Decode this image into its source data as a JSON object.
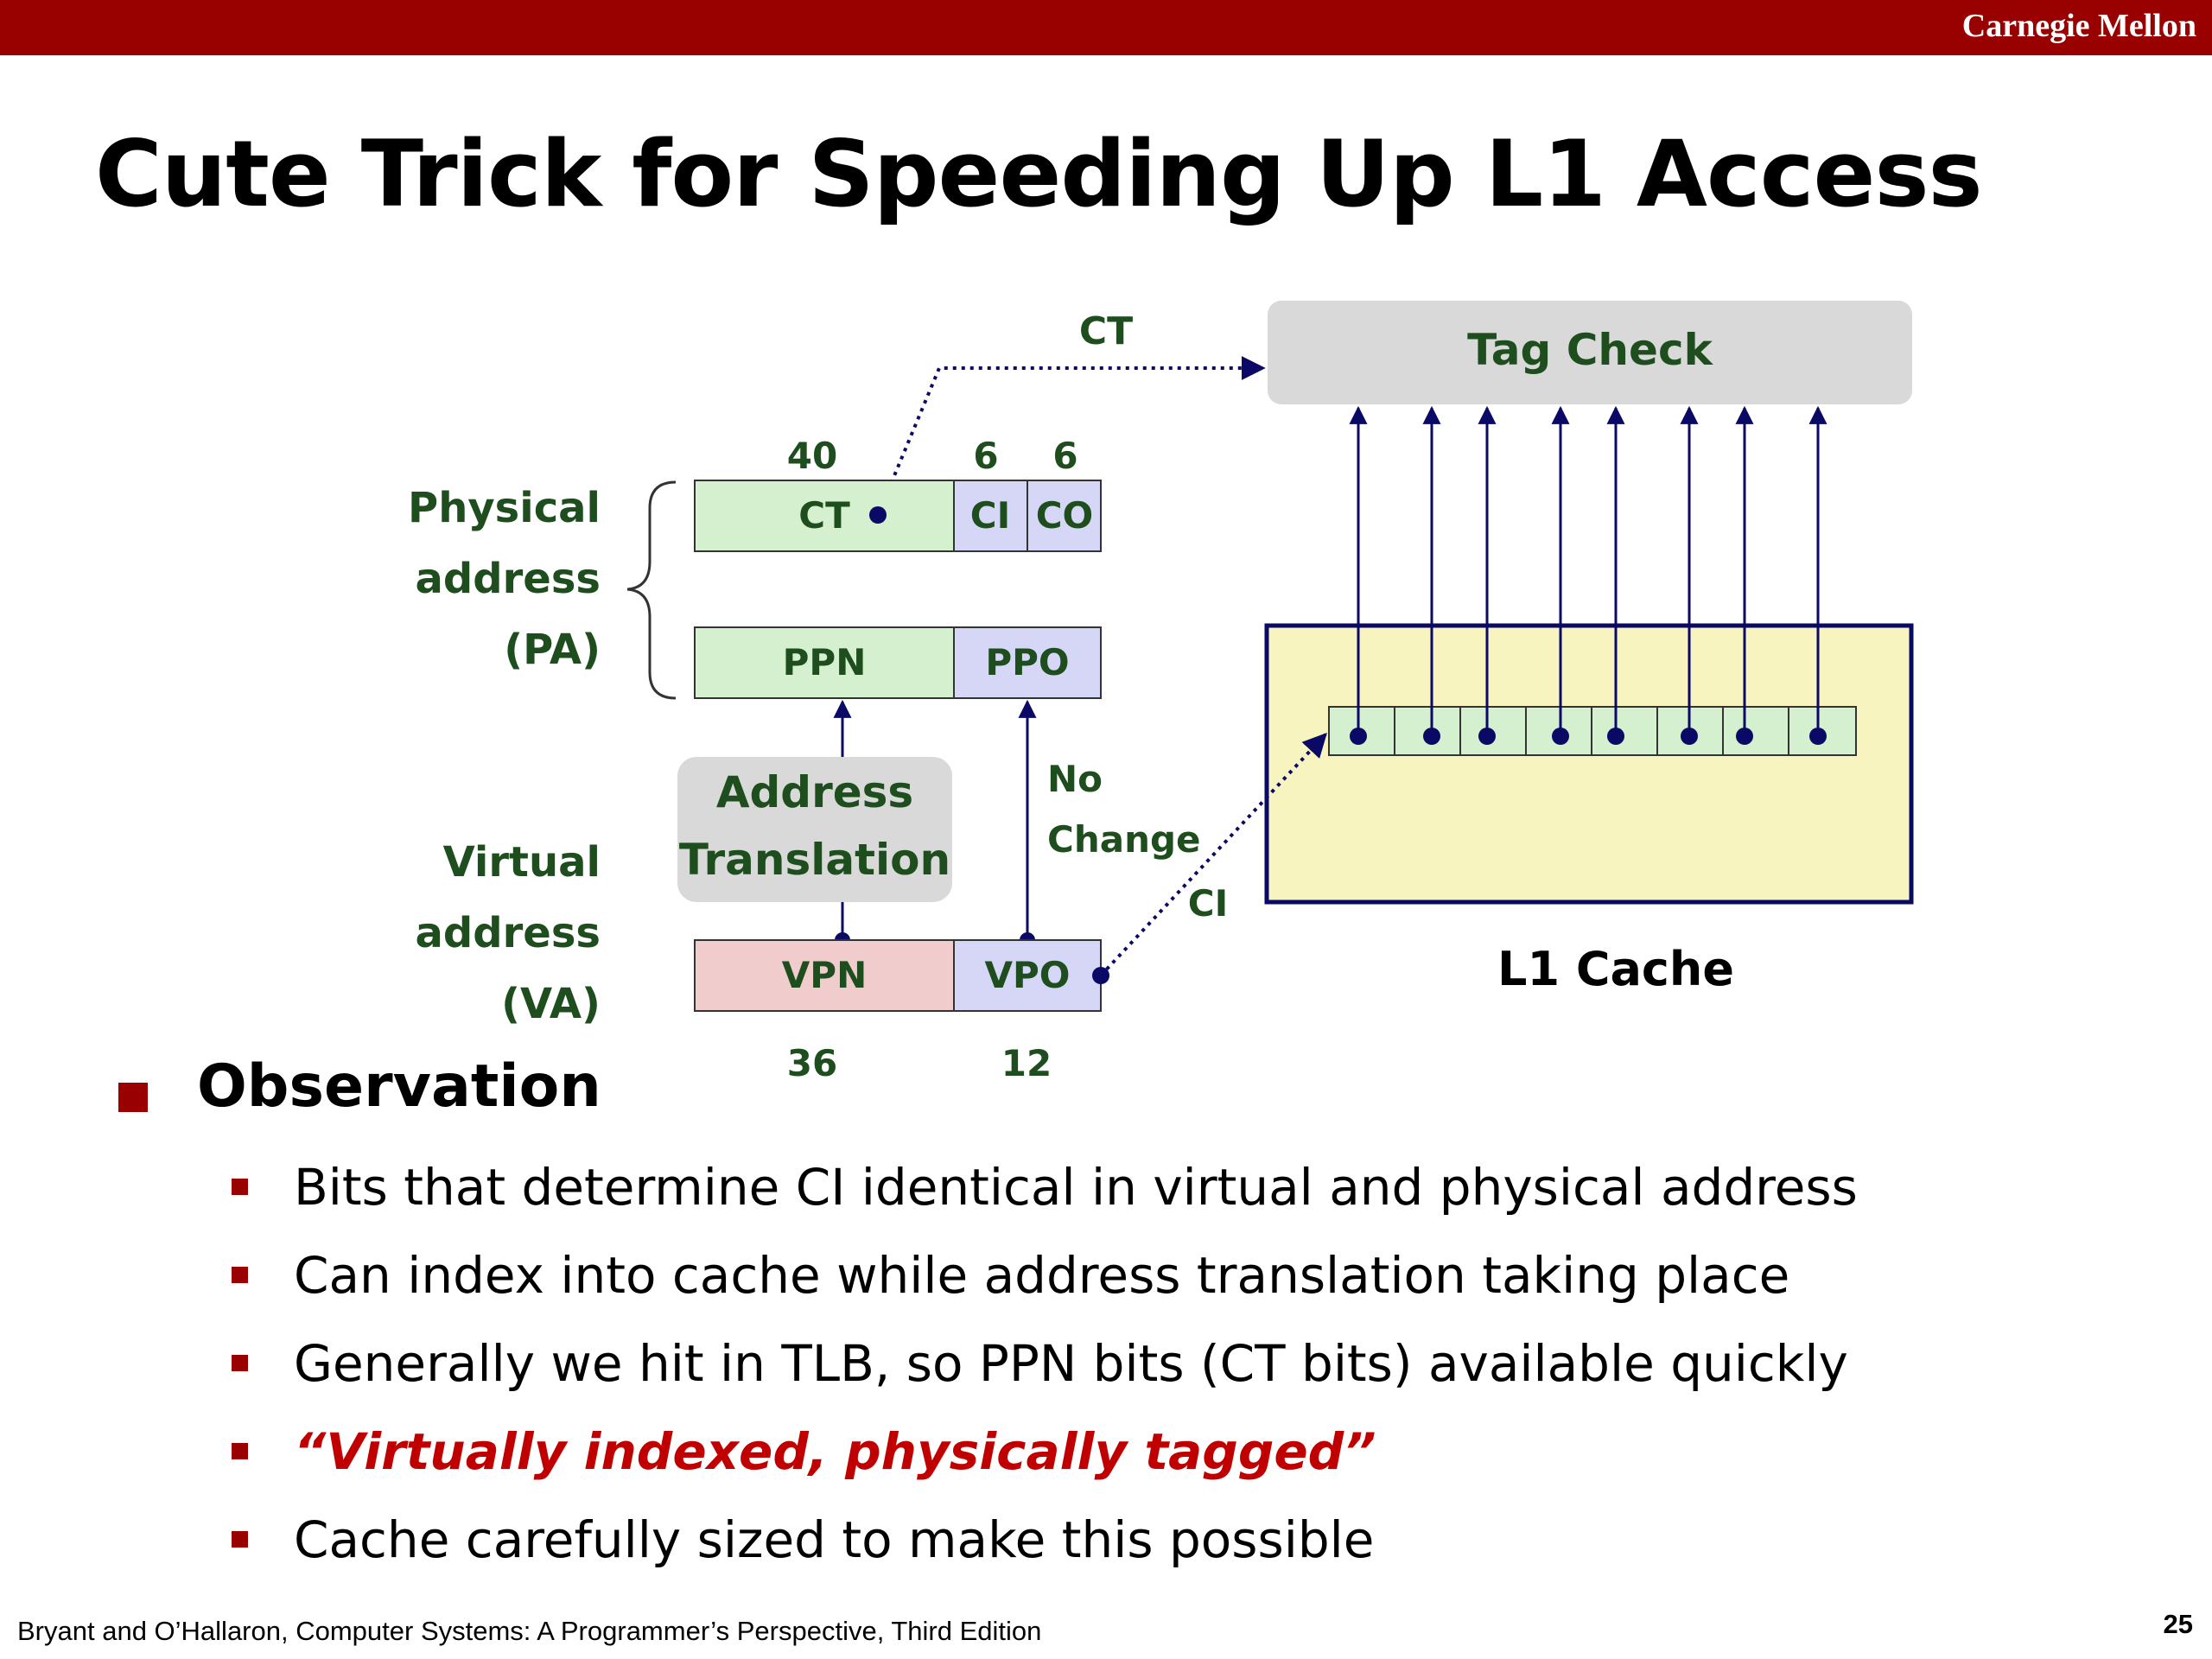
{
  "brand": "Carnegie Mellon",
  "title": "Cute Trick for Speeding Up L1 Access",
  "diagram": {
    "ct_arrow_label": "CT",
    "tag_check": "Tag Check",
    "bits_ct": "40",
    "bits_ci": "6",
    "bits_co": "6",
    "field_ct": "CT",
    "field_ci": "CI",
    "field_co": "CO",
    "field_ppn": "PPN",
    "field_ppo": "PPO",
    "field_vpn": "VPN",
    "field_vpo": "VPO",
    "bits_vpn": "36",
    "bits_vpo": "12",
    "pa_label": [
      "Physical",
      "address",
      "(PA)"
    ],
    "va_label": [
      "Virtual",
      "address",
      "(VA)"
    ],
    "translation": [
      "Address",
      "Translation"
    ],
    "no_change": [
      "No",
      "Change"
    ],
    "ci_arrow_label": "CI",
    "cache_label": "L1 Cache",
    "colors": {
      "green_box": "#d5f0cf",
      "purple_box": "#d6d6f6",
      "pink_box": "#f0cccc",
      "cache_fill": "#f8f4c0",
      "navy": "#0a0a66",
      "label_green": "#1e4d1e"
    }
  },
  "observation": "Observation",
  "bullets": [
    "Bits that determine CI identical in virtual and physical address",
    "Can index into cache while address translation taking place",
    "Generally we hit in TLB, so PPN bits (CT bits) available quickly",
    "“Virtually indexed, physically tagged”",
    "Cache carefully sized to make this possible"
  ],
  "footer": "Bryant and O’Hallaron, Computer Systems: A Programmer’s Perspective, Third Edition",
  "page_number": "25"
}
